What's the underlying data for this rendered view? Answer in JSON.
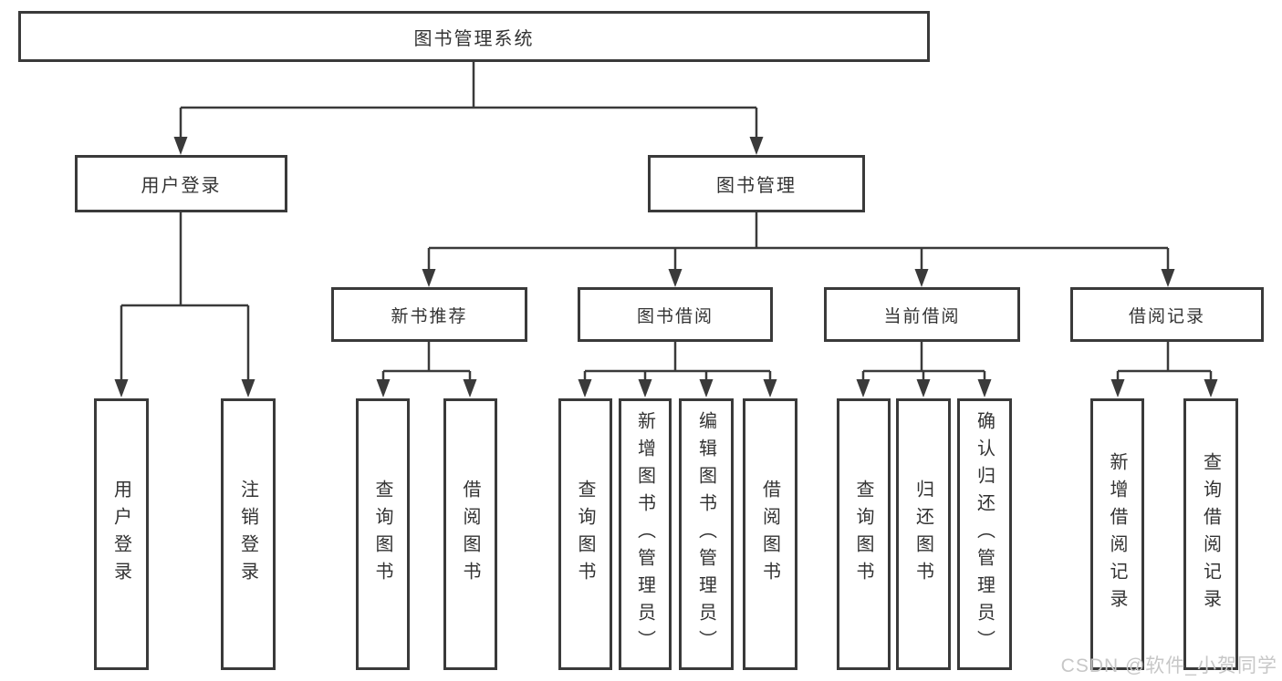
{
  "tree": {
    "root": {
      "label": "图书管理系统"
    },
    "branches": [
      {
        "label": "用户登录",
        "children": [
          "用户登录",
          "注销登录"
        ]
      },
      {
        "label": "图书管理",
        "children": [
          {
            "label": "新书推荐",
            "children": [
              "查询图书",
              "借阅图书"
            ]
          },
          {
            "label": "图书借阅",
            "children": [
              "查询图书",
              "新增图书（管理员）",
              "编辑图书（管理员）",
              "借阅图书"
            ]
          },
          {
            "label": "当前借阅",
            "children": [
              "查询图书",
              "归还图书",
              "确认归还（管理员）"
            ]
          },
          {
            "label": "借阅记录",
            "children": [
              "新增借阅记录",
              "查询借阅记录"
            ]
          }
        ]
      }
    ]
  },
  "watermark": {
    "text": "CSDN @软件_小贺同学"
  },
  "colors": {
    "line": "#3a3a3a",
    "box_border": "#3a3a3a",
    "text": "#333333",
    "background": "#ffffff",
    "watermark": "#c7c7c7"
  }
}
